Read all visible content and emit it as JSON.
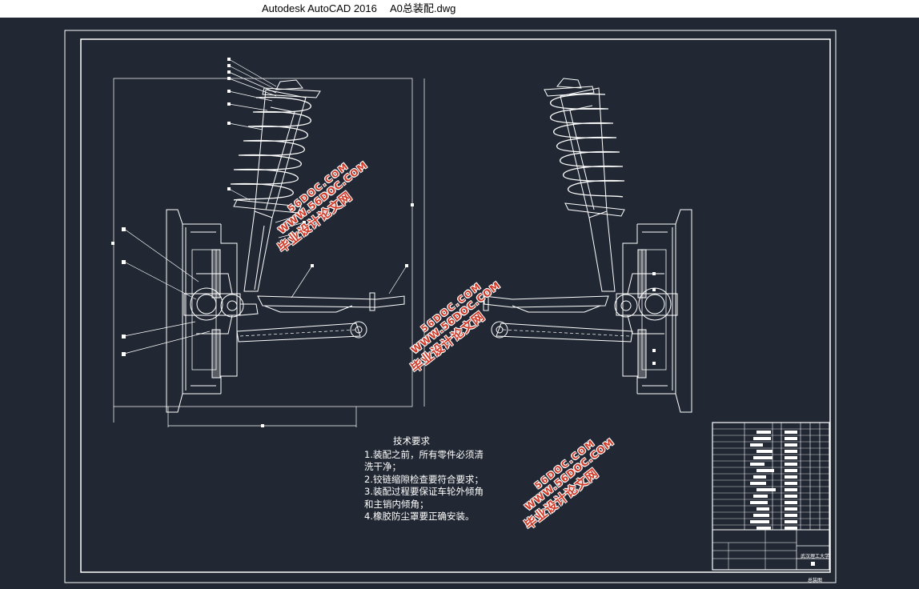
{
  "window": {
    "app_title": "Autodesk AutoCAD 2016",
    "file_name": "A0总装配.dwg"
  },
  "notes": {
    "title": "技术要求",
    "lines": [
      "1.装配之前，所有零件必须清",
      "洗干净；",
      "2.铰链缩隙检查要符合要求；",
      "3.装配过程要保证车轮外倾角",
      "和主销内倾角；",
      "4.橡胶防尘罩要正确安装。"
    ]
  },
  "title_block": {
    "school": "武汉理工大学",
    "drawing_name": "总装图"
  },
  "watermark": {
    "brand": "毕业设计论文网",
    "site": "WWW.56DOC.COM",
    "site_alt": "56DOC.COM"
  },
  "colors": {
    "background": "#222833",
    "line": "#ffffff",
    "watermark": "#d23a28"
  }
}
